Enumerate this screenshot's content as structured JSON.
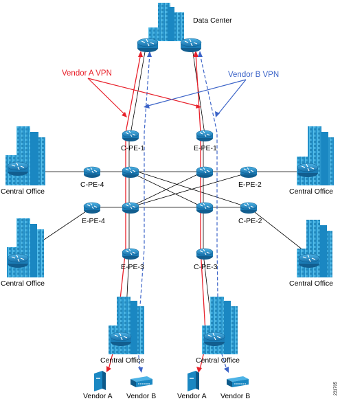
{
  "labels": {
    "data_center": "Data Center",
    "vendor_a_vpn": "Vendor A VPN",
    "vendor_b_vpn": "Vendor B VPN",
    "cpe1": "C-PE-1",
    "epe1": "E-PE-1",
    "cpe4": "C-PE-4",
    "epe2": "E-PE-2",
    "epe4": "E-PE-4",
    "cpe2": "C-PE-2",
    "epe3": "E-PE-3",
    "cpe3": "C-PE-3",
    "co_left_top": "Central Office",
    "co_right_top": "Central Office",
    "co_left_mid": "Central Office",
    "co_right_mid": "Central Office",
    "co_bottom_left": "Central Office",
    "co_bottom_right": "Central Office",
    "vendor_a_left": "Vendor A",
    "vendor_b_left": "Vendor B",
    "vendor_a_right": "Vendor A",
    "vendor_b_right": "Vendor B",
    "figure_id": "231705"
  },
  "colors": {
    "vendor_a": "#e8202a",
    "vendor_b": "#3c64c8",
    "device": "#1e8fc8",
    "building": "#2aa3d8"
  },
  "icons": {
    "router": "router-icon",
    "building": "building-icon",
    "server": "server-icon",
    "switch": "switch-icon"
  }
}
